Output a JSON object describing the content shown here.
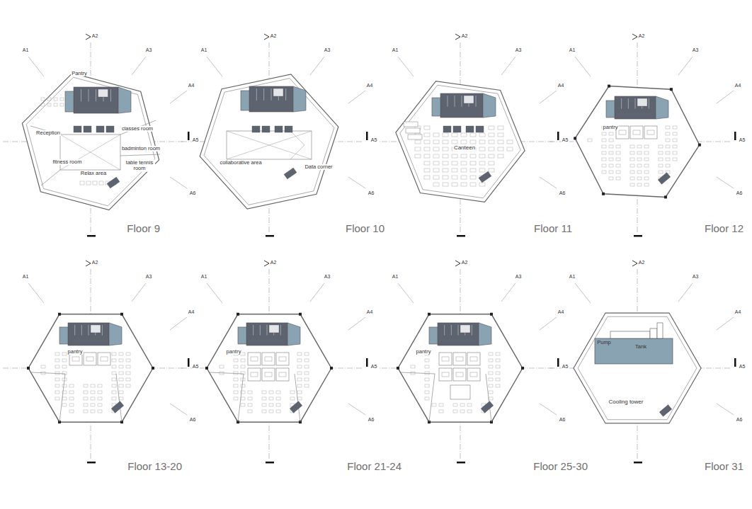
{
  "diagram": {
    "nodes": [
      {
        "text": [
          "Floor 9"
        ]
      },
      {
        "text": [
          "Floor 10"
        ]
      },
      {
        "text": [
          "Floor 11"
        ]
      },
      {
        "text": [
          "Floor 12"
        ]
      },
      {
        "text": [
          "Floor 13-20"
        ]
      },
      {
        "text": [
          "Floor 21-24"
        ]
      },
      {
        "text": [
          "Floor 25-30"
        ]
      },
      {
        "text": [
          "Floor 31"
        ]
      }
    ],
    "labels": [
      "A1",
      "A2",
      "A3",
      "A4",
      "A5",
      "A6",
      "A1",
      "A2",
      "A3",
      "A4",
      "A5",
      "A6",
      "A1",
      "A2",
      "A3",
      "A4",
      "A5",
      "A6",
      "A1",
      "A2",
      "A3",
      "A4",
      "A5",
      "A6",
      "A1",
      "A2",
      "A3",
      "A4",
      "A5",
      "A6",
      "A1",
      "A2",
      "A3",
      "A4",
      "A5",
      "A6",
      "A1",
      "A2",
      "A3",
      "A4",
      "A5",
      "A6",
      "A1",
      "A2",
      "A3",
      "A4",
      "A5",
      "A6",
      "Pantry",
      "Reception",
      "classes room",
      "badminton room",
      "fitness room",
      "table tennis room",
      "Relax area",
      "collaborative area",
      "Data corner",
      "Canteen",
      "pantry",
      "pantry",
      "pantry",
      "pantry",
      "Pump",
      "Tank",
      "Cooling tower"
    ]
  }
}
